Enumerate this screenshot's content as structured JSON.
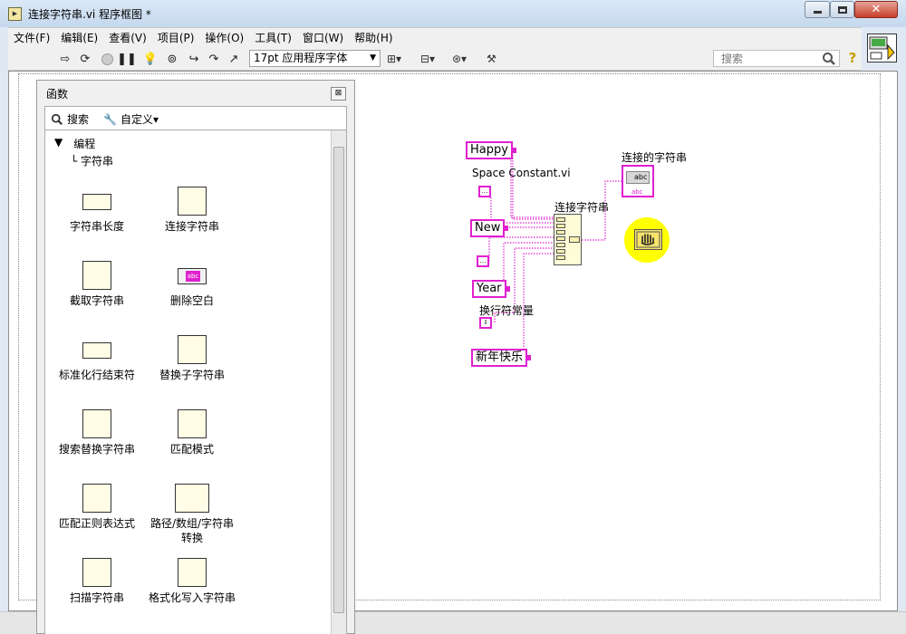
{
  "window": {
    "title": "连接字符串.vi 程序框图 *",
    "controls": {
      "minimize": "—",
      "maximize": "□",
      "close": "✕"
    }
  },
  "menu": {
    "items": [
      "文件(F)",
      "编辑(E)",
      "查看(V)",
      "项目(P)",
      "操作(O)",
      "工具(T)",
      "窗口(W)",
      "帮助(H)"
    ]
  },
  "toolbar": {
    "font": "17pt 应用程序字体",
    "search_placeholder": "搜索",
    "help": "?"
  },
  "palette": {
    "title": "函数",
    "close": "⊠",
    "search_label": "搜索",
    "customize_label": "自定义▾",
    "category": "编程",
    "subcategory": "└ 字符串",
    "items": [
      "字符串长度",
      "连接字符串",
      "截取字符串",
      "删除空白",
      "标准化行结束符",
      "替换子字符串",
      "搜索替换字符串",
      "匹配模式",
      "匹配正则表达式",
      "路径/数组/字符串转换",
      "扫描字符串",
      "格式化写入字符串"
    ]
  },
  "diagram": {
    "constants": [
      "Happy",
      "New",
      "Year",
      "新年快乐"
    ],
    "labels": {
      "space": "Space Constant.vi",
      "concat": "连接字符串",
      "newline": "换行符常量",
      "output": "连接的字符串"
    },
    "indicator_text": "abc",
    "indicator_tag": "abc"
  }
}
